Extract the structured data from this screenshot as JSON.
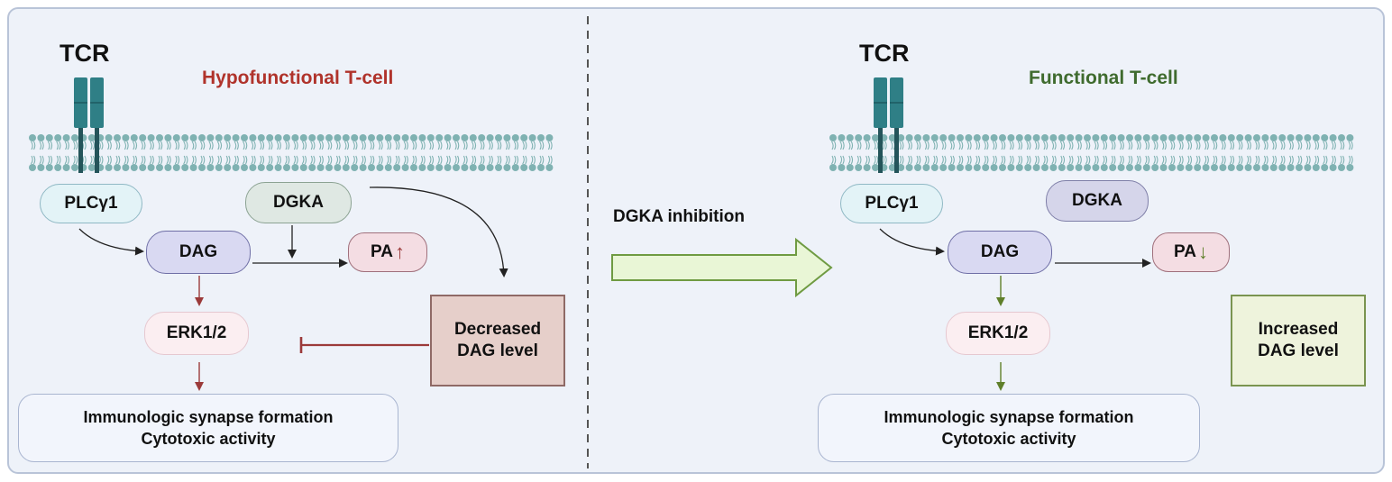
{
  "divider_label": "DGKA inhibition",
  "left": {
    "tcr": "TCR",
    "title": "Hypofunctional T-cell",
    "title_color": "#b0332b",
    "plc": "PLCγ1",
    "dag": "DAG",
    "dgka": "DGKA",
    "pa": "PA",
    "pa_arrow": "↑",
    "erk": "ERK1/2",
    "level_box": [
      "Decreased",
      "DAG level"
    ],
    "outcome": [
      "Immunologic synapse formation",
      "Cytotoxic activity"
    ]
  },
  "right": {
    "tcr": "TCR",
    "title": "Functional T-cell",
    "title_color": "#3f6b2e",
    "plc": "PLCγ1",
    "dag": "DAG",
    "dgka": "DGKA",
    "pa": "PA",
    "pa_arrow": "↓",
    "erk": "ERK1/2",
    "level_box": [
      "Increased",
      "DAG level"
    ],
    "outcome": [
      "Immunologic synapse formation",
      "Cytotoxic activity"
    ]
  },
  "colors": {
    "inhibition_red": "#9b3a3a",
    "activation_green": "#5f7f2a",
    "membrane": "#7fb2b2",
    "tcr": "#2f7f86"
  }
}
